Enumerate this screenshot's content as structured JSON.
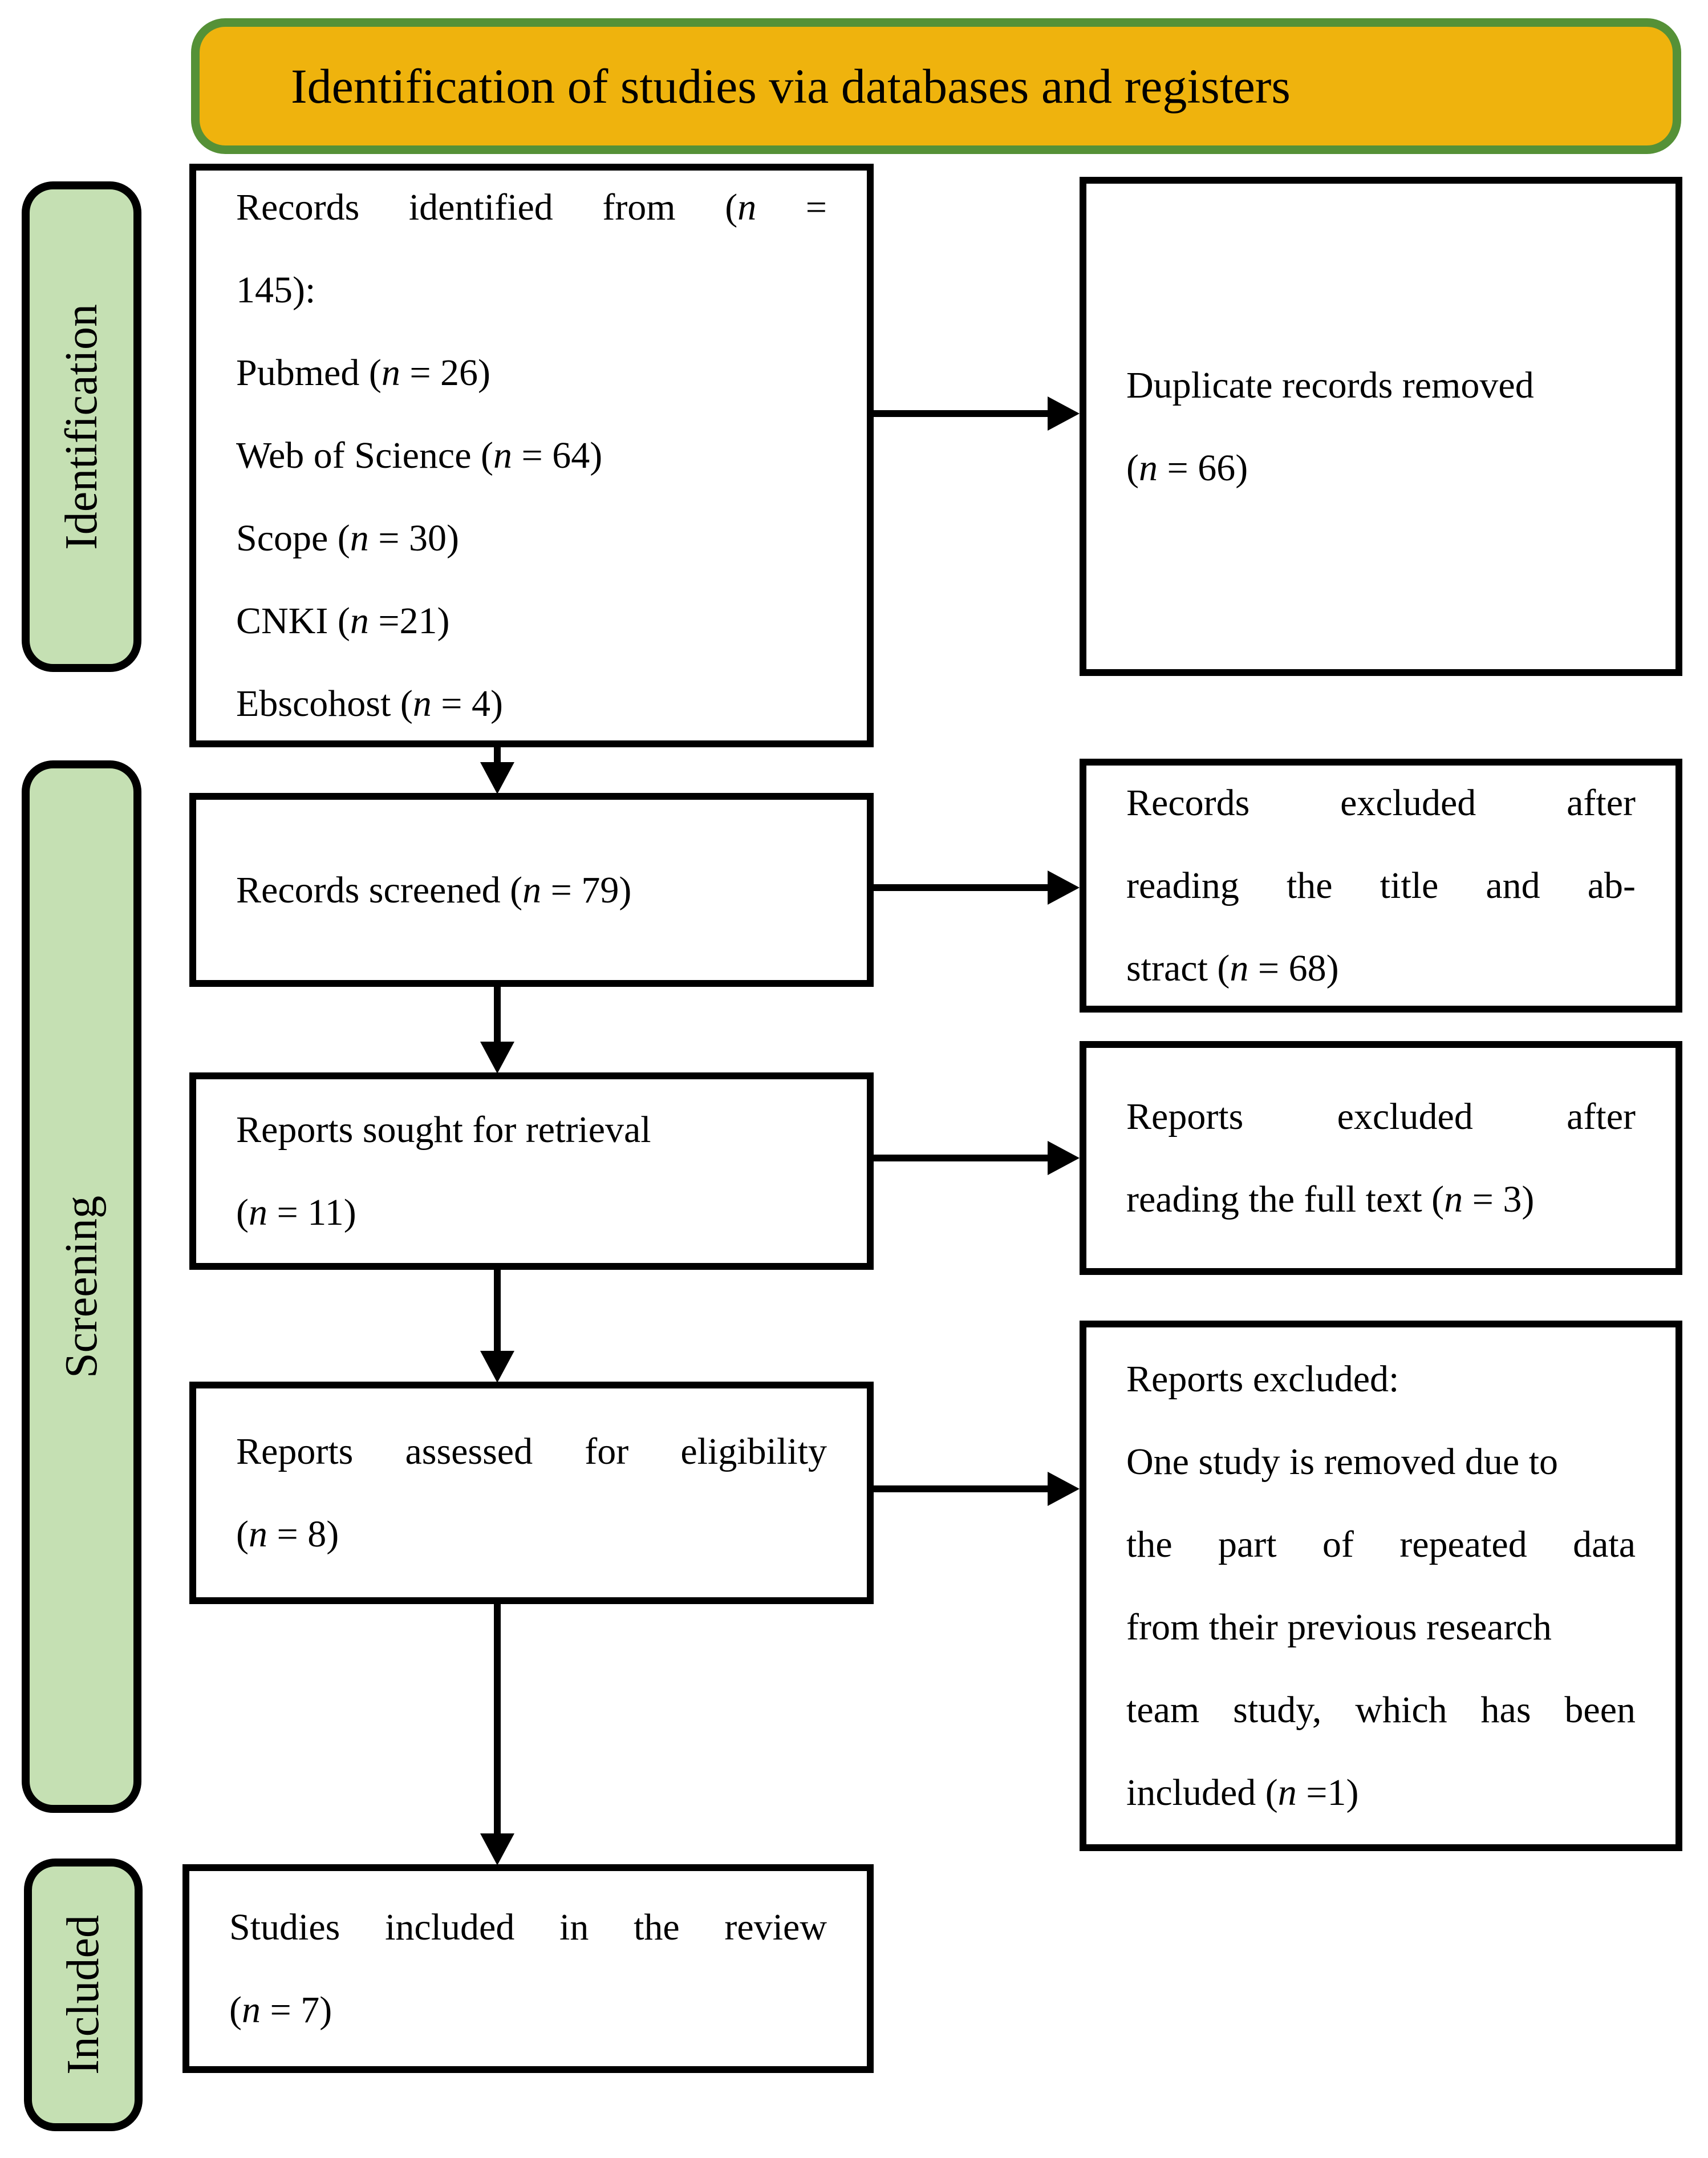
{
  "title_banner": {
    "text": "Identification of studies via databases and registers"
  },
  "colors": {
    "banner_fill": "#EFB30D",
    "banner_border": "#559137",
    "stage_fill": "#C5E0B3",
    "box_border": "#000000",
    "arrow": "#000000",
    "text": "#000000",
    "background": "#FFFFFF"
  },
  "stages": [
    {
      "label": "Identification"
    },
    {
      "label": "Screening"
    },
    {
      "label": "Included"
    }
  ],
  "boxes": {
    "records_identified": {
      "lines": [
        {
          "j": true,
          "segs": [
            {
              "t": "Records identified from ("
            },
            {
              "t": "n",
              "i": true
            },
            {
              "t": " ="
            }
          ]
        },
        {
          "segs": [
            {
              "t": "145):"
            }
          ]
        },
        {
          "segs": [
            {
              "t": "Pubmed ("
            },
            {
              "t": "n",
              "i": true
            },
            {
              "t": " = 26)"
            }
          ]
        },
        {
          "segs": [
            {
              "t": "Web of Science ("
            },
            {
              "t": "n",
              "i": true
            },
            {
              "t": " = 64)"
            }
          ]
        },
        {
          "segs": [
            {
              "t": "Scope ("
            },
            {
              "t": "n",
              "i": true
            },
            {
              "t": " = 30)"
            }
          ]
        },
        {
          "segs": [
            {
              "t": "CNKI ("
            },
            {
              "t": "n",
              "i": true
            },
            {
              "t": " =21)"
            }
          ]
        },
        {
          "segs": [
            {
              "t": "Ebscohost ("
            },
            {
              "t": "n",
              "i": true
            },
            {
              "t": " = 4)"
            }
          ]
        }
      ]
    },
    "records_screened": {
      "lines": [
        {
          "segs": [
            {
              "t": "Records screened ("
            },
            {
              "t": "n",
              "i": true
            },
            {
              "t": " = 79)"
            }
          ]
        }
      ]
    },
    "reports_sought": {
      "lines": [
        {
          "segs": [
            {
              "t": "Reports sought for retrieval"
            }
          ]
        },
        {
          "segs": [
            {
              "t": "("
            },
            {
              "t": "n",
              "i": true
            },
            {
              "t": " = 11)"
            }
          ]
        }
      ]
    },
    "reports_assessed": {
      "lines": [
        {
          "j": true,
          "segs": [
            {
              "t": "Reports assessed for eligibility"
            }
          ]
        },
        {
          "segs": [
            {
              "t": "("
            },
            {
              "t": "n",
              "i": true
            },
            {
              "t": " = 8)"
            }
          ]
        }
      ]
    },
    "studies_included": {
      "lines": [
        {
          "j": true,
          "segs": [
            {
              "t": "Studies included in the review"
            }
          ]
        },
        {
          "segs": [
            {
              "t": "("
            },
            {
              "t": "n",
              "i": true
            },
            {
              "t": " = 7)"
            }
          ]
        }
      ]
    },
    "duplicates_removed": {
      "lines": [
        {
          "segs": [
            {
              "t": "Duplicate records removed"
            }
          ]
        },
        {
          "segs": [
            {
              "t": "("
            },
            {
              "t": "n",
              "i": true
            },
            {
              "t": " = 66)"
            }
          ]
        }
      ]
    },
    "excluded_title_abstract": {
      "lines": [
        {
          "j": true,
          "segs": [
            {
              "t": "Records excluded after"
            }
          ]
        },
        {
          "j": true,
          "segs": [
            {
              "t": "reading the title and ab-"
            }
          ]
        },
        {
          "segs": [
            {
              "t": "stract ("
            },
            {
              "t": "n",
              "i": true
            },
            {
              "t": " = 68)"
            }
          ]
        }
      ]
    },
    "excluded_full_text": {
      "lines": [
        {
          "j": true,
          "segs": [
            {
              "t": "Reports excluded after"
            }
          ]
        },
        {
          "segs": [
            {
              "t": "reading the full text ("
            },
            {
              "t": "n",
              "i": true
            },
            {
              "t": " = 3)"
            }
          ]
        }
      ]
    },
    "excluded_repeated_data": {
      "lines": [
        {
          "segs": [
            {
              "t": "Reports excluded:"
            }
          ]
        },
        {
          "segs": [
            {
              "t": "One study is removed due to"
            }
          ]
        },
        {
          "j": true,
          "segs": [
            {
              "t": "the part of repeated data"
            }
          ]
        },
        {
          "segs": [
            {
              "t": "from their previous research"
            }
          ]
        },
        {
          "j": true,
          "segs": [
            {
              "t": "team study, which has been"
            }
          ]
        },
        {
          "segs": [
            {
              "t": "included ("
            },
            {
              "t": "n",
              "i": true
            },
            {
              "t": " =1)"
            }
          ]
        }
      ]
    }
  },
  "counts": {
    "identified_total": 145,
    "pubmed": 26,
    "web_of_science": 64,
    "scope": 30,
    "cnki": 21,
    "ebscohost": 4,
    "duplicates_removed": 66,
    "records_screened": 79,
    "excluded_title_abstract": 68,
    "reports_sought": 11,
    "excluded_full_text": 3,
    "reports_assessed": 8,
    "excluded_repeated_data": 1,
    "studies_included": 7
  }
}
